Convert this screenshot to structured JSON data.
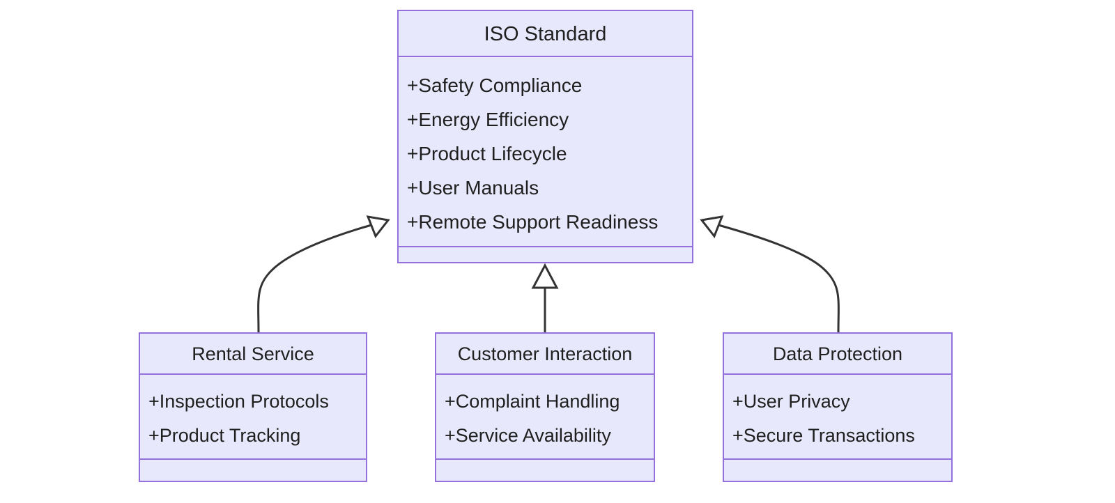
{
  "diagram": {
    "type": "uml-class-diagram",
    "background_color": "#ffffff",
    "box_fill_color": "#E8E8FC",
    "box_border_color": "#9370DB",
    "text_color": "#1f1f1f",
    "connector_color": "#333333",
    "relationship_type": "generalization"
  },
  "classes": {
    "parent": {
      "name": "ISO Standard",
      "attributes": [
        "+Safety Compliance",
        "+Energy Efficiency",
        "+Product Lifecycle",
        "+User Manuals",
        "+Remote Support Readiness"
      ],
      "methods": []
    },
    "children": [
      {
        "name": "Rental Service",
        "attributes": [
          "+Inspection Protocols",
          "+Product Tracking"
        ],
        "methods": []
      },
      {
        "name": "Customer Interaction",
        "attributes": [
          "+Complaint Handling",
          "+Service Availability"
        ],
        "methods": []
      },
      {
        "name": "Data Protection",
        "attributes": [
          "+User Privacy",
          "+Secure Transactions"
        ],
        "methods": []
      }
    ]
  },
  "relationships": [
    {
      "from": "Rental Service",
      "to": "ISO Standard",
      "kind": "generalization"
    },
    {
      "from": "Customer Interaction",
      "to": "ISO Standard",
      "kind": "generalization"
    },
    {
      "from": "Data Protection",
      "to": "ISO Standard",
      "kind": "generalization"
    }
  ]
}
